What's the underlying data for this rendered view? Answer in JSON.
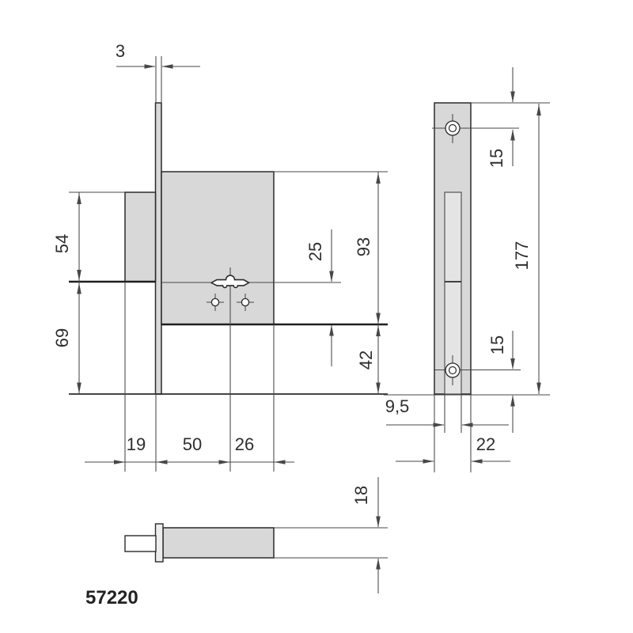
{
  "part_number": "57220",
  "drawing": {
    "front_view": {
      "dims": {
        "faceplate_thickness": "3",
        "bolt_height": "54",
        "key_axis_to_plate_bottom": "69",
        "key_axis_to_case_bottom": "25",
        "case_height": "93",
        "case_bottom_to_plate_bottom": "42",
        "bolt_projection": "19",
        "backset": "50",
        "key_axis_to_case_edge": "26"
      }
    },
    "side_view": {
      "dims": {
        "top_screw_offset": "15",
        "plate_length": "177",
        "bottom_screw_offset": "15",
        "slot_width": "9,5",
        "plate_width": "22"
      }
    },
    "bottom_view": {
      "dims": {
        "case_thickness": "18"
      }
    }
  },
  "colors": {
    "metal_fill": "#d8d8d8",
    "slot_fill": "#e4e4e4",
    "line": "#2b2b2b",
    "dim_line": "#474747",
    "background": "#ffffff",
    "text": "#2e2e2e"
  }
}
